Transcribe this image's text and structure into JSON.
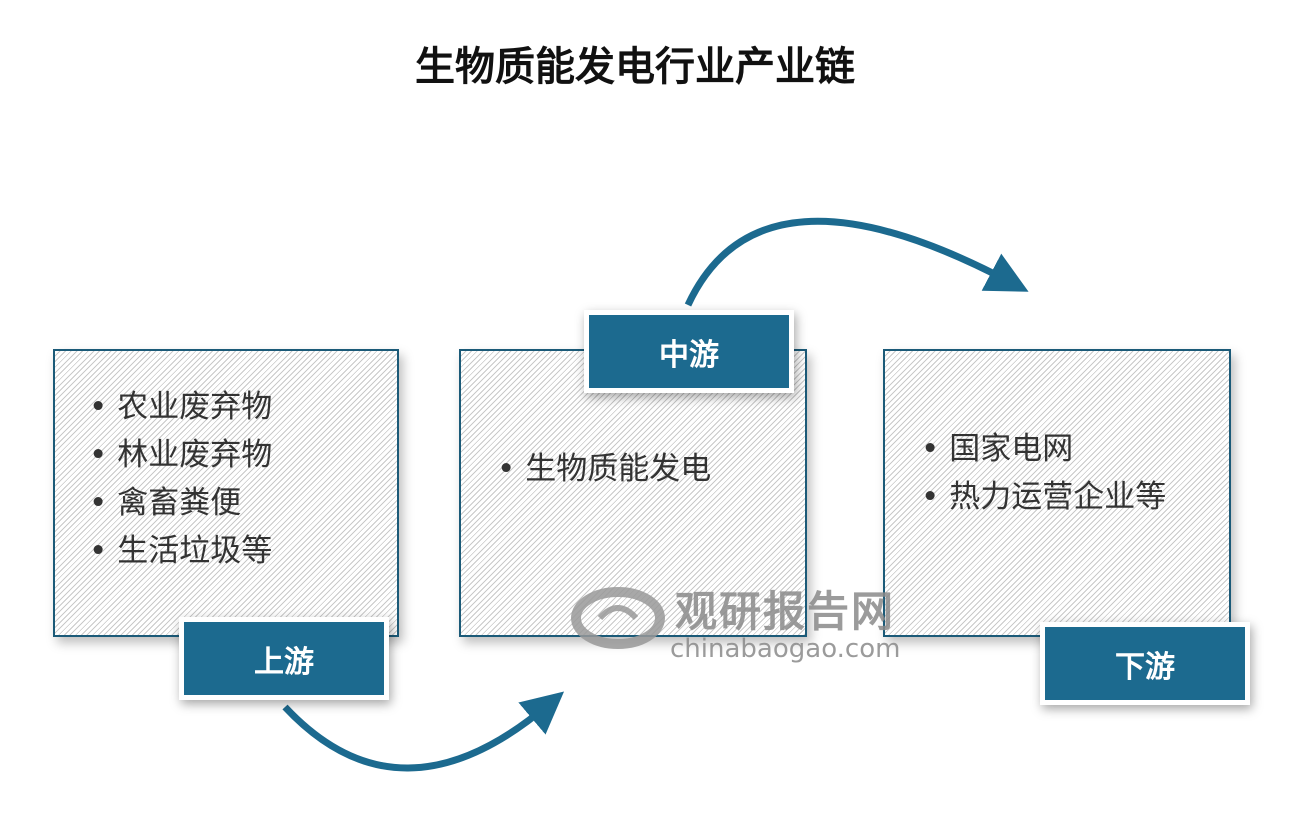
{
  "title": "生物质能发电行业产业链",
  "upstream": {
    "label": "上游",
    "items": [
      "农业废弃物",
      "林业废弃物",
      "禽畜粪便",
      "生活垃圾等"
    ]
  },
  "midstream": {
    "label": "中游",
    "items": [
      "生物质能发电"
    ]
  },
  "downstream": {
    "label": "下游",
    "items": [
      "国家电网",
      "热力运营企业等"
    ]
  },
  "watermark": {
    "cn": "观研报告网",
    "en": "chinabaogao.com"
  },
  "colors": {
    "accent": "#1c6a8f",
    "border": "#1b5a78"
  }
}
